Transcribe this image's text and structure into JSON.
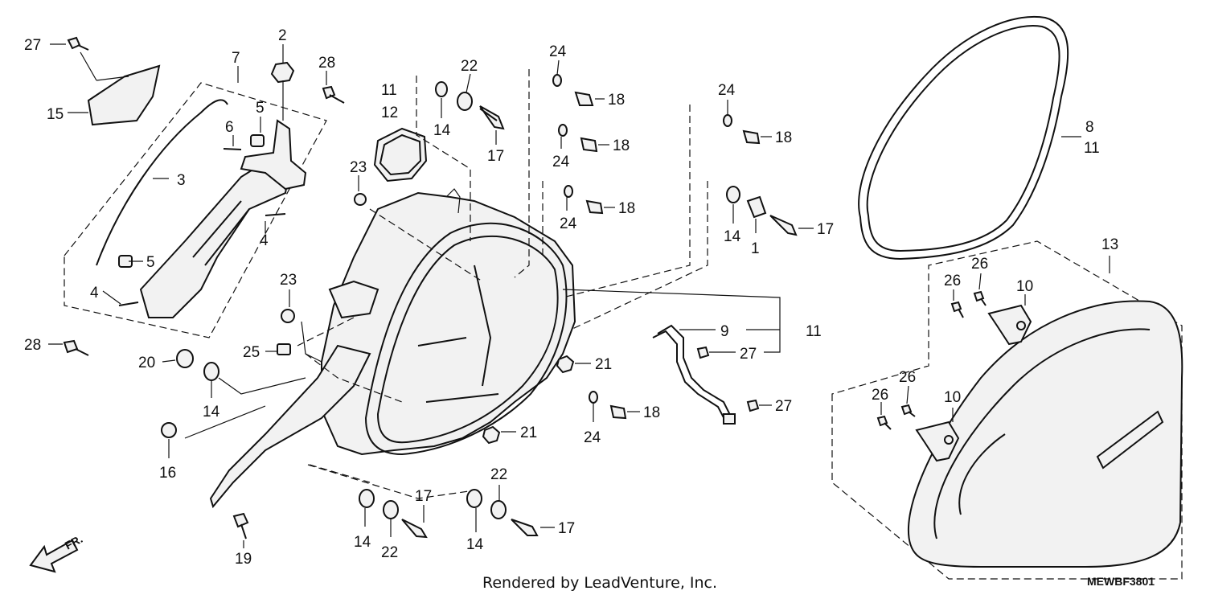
{
  "callouts": {
    "c27a": "27",
    "c15": "15",
    "c7": "7",
    "c2": "2",
    "c28a": "28",
    "c5a": "5",
    "c6": "6",
    "c3": "3",
    "c4a": "4",
    "c5b": "5",
    "c4b": "4",
    "c28b": "28",
    "c11a": "11",
    "c12": "12",
    "c23a": "23",
    "c22a": "22",
    "c14a": "14",
    "c17a": "17",
    "c24a": "24",
    "c18a": "18",
    "c24b": "24",
    "c18b": "18",
    "c24c": "24",
    "c18c": "18",
    "c24d": "24",
    "c18d": "18",
    "c14b": "14",
    "c1": "1",
    "c17b": "17",
    "c8": "8",
    "c11b": "11",
    "c13": "13",
    "c26a": "26",
    "c26b": "26",
    "c10a": "10",
    "c9": "9",
    "c11c": "11",
    "c27b": "27",
    "c27c": "27",
    "c23b": "23",
    "c25": "25",
    "c20": "20",
    "c14c": "14",
    "c16": "16",
    "c21a": "21",
    "c21b": "21",
    "c24e": "24",
    "c18e": "18",
    "c26c": "26",
    "c26d": "26",
    "c10b": "10",
    "c22b": "22",
    "c17c": "17",
    "c14d": "14",
    "c22c": "22",
    "c14e": "14",
    "c17d": "17",
    "c19": "19"
  },
  "direction_label": "FR.",
  "footer": {
    "rendered_by": "Rendered by LeadVenture, Inc.",
    "diagram_code": "MEWBF3801"
  }
}
